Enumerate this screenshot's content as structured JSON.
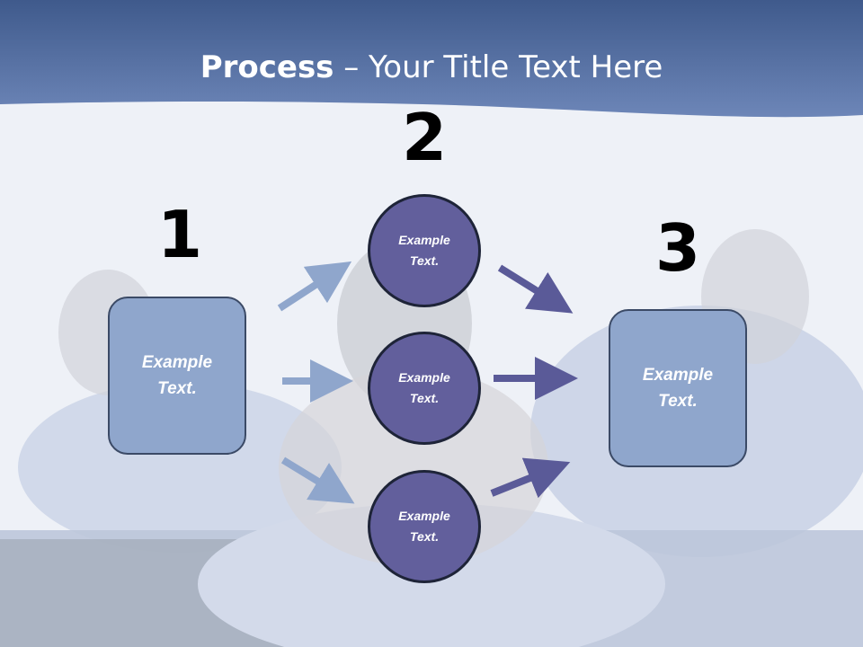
{
  "title": {
    "bold": "Process",
    "rest": " – Your Title Text Here"
  },
  "steps": [
    {
      "number": "1",
      "text": "Example\nText."
    },
    {
      "number": "2",
      "items": [
        "Example\nText.",
        "Example\nText.",
        "Example\nText."
      ]
    },
    {
      "number": "3",
      "text": "Example\nText."
    }
  ],
  "colors": {
    "header_band": "#4f6aa0",
    "box_fill": "#8fa6cc",
    "circle_fill": "#625f9c",
    "arrow_light": "#8fa6cc",
    "arrow_dark": "#5a5a98"
  }
}
